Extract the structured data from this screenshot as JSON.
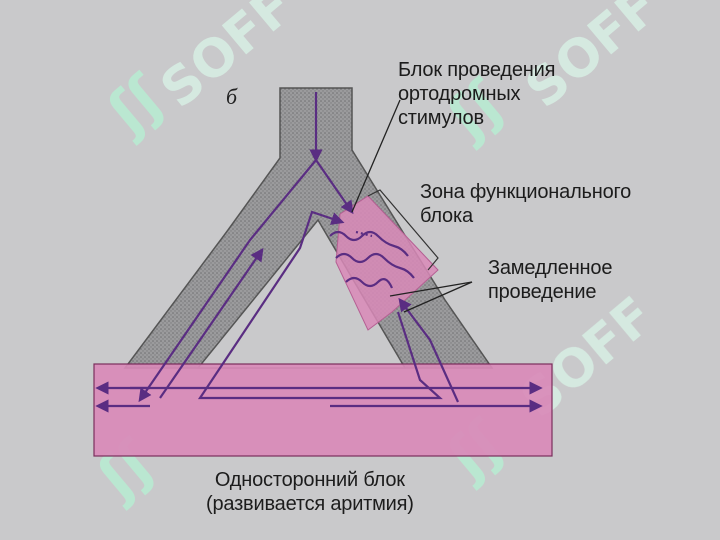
{
  "panel_letter": "б",
  "labels": {
    "orthodromic_block": [
      "Блок проведения",
      "ортодромных",
      "стимулов"
    ],
    "functional_block_zone": [
      "Зона функционального",
      "блока"
    ],
    "slowed_conduction": [
      "Замедленное",
      "проведение"
    ],
    "one_way_block": [
      "Односторонний блок",
      "(развивается аритмия)"
    ]
  },
  "watermark": {
    "text": "SOFF"
  },
  "colors": {
    "background": "#c9c9cb",
    "fiber_gray": "#8f8f91",
    "pink_zone": "#d98ab9",
    "pathway_purple": "#5a2d82",
    "watermark_green": "#b8ecd2"
  }
}
